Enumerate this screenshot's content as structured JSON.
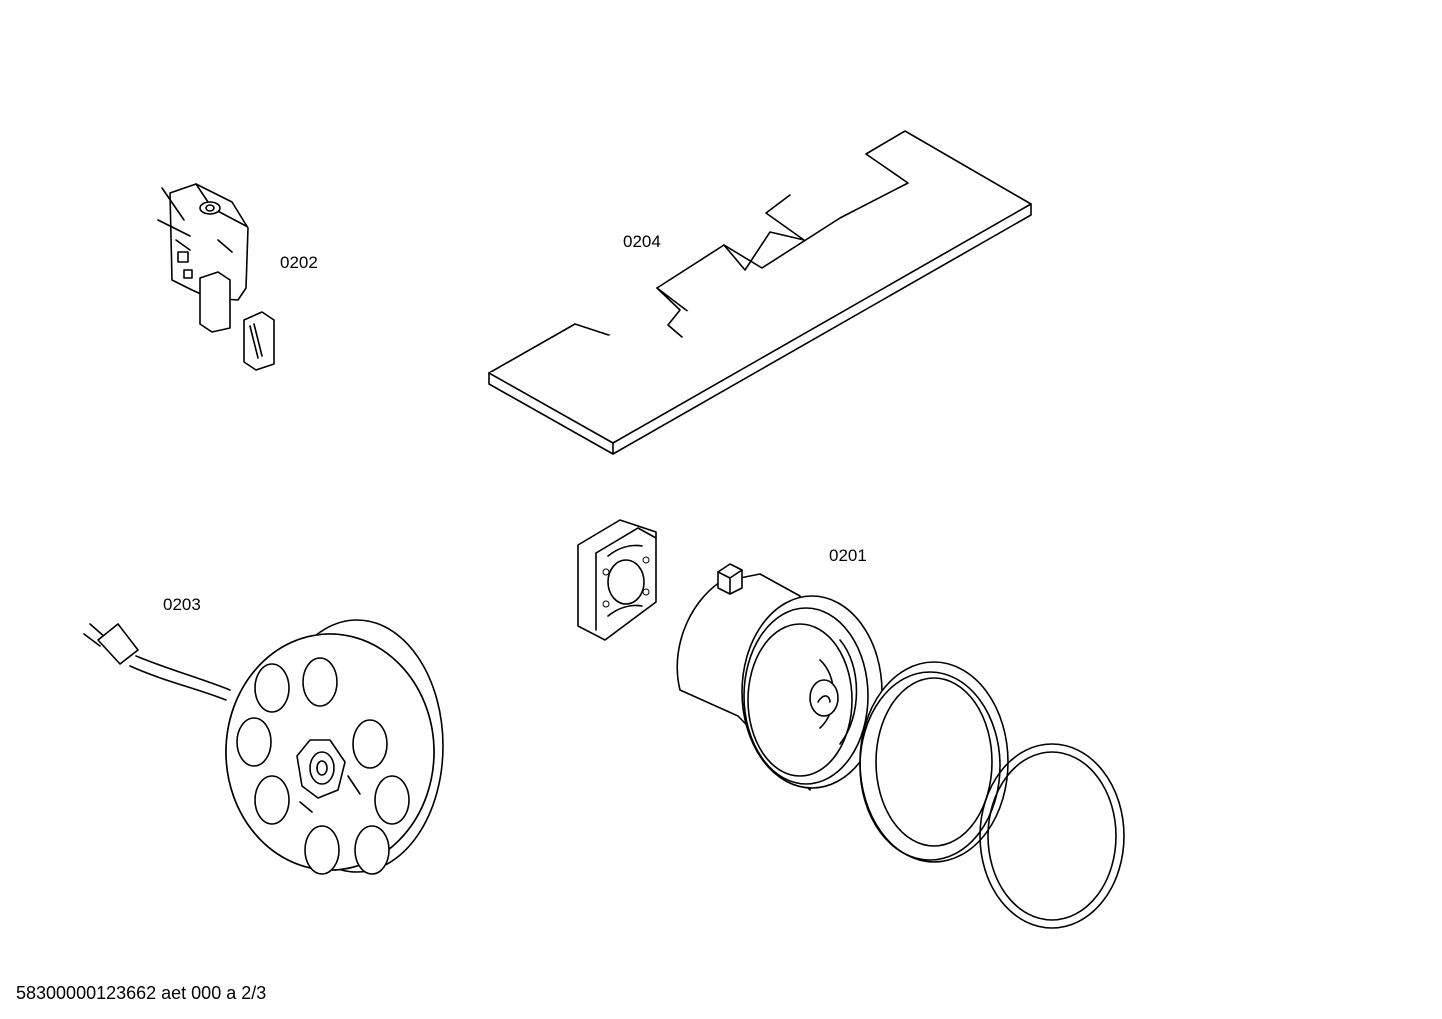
{
  "parts": [
    {
      "id": "motor",
      "label": "0201"
    },
    {
      "id": "switch",
      "label": "0202"
    },
    {
      "id": "cable-reel",
      "label": "0203"
    },
    {
      "id": "foam-pad",
      "label": "0204"
    }
  ],
  "footer": {
    "doc_ref": "58300000123662 aet 000 a 2/3"
  }
}
